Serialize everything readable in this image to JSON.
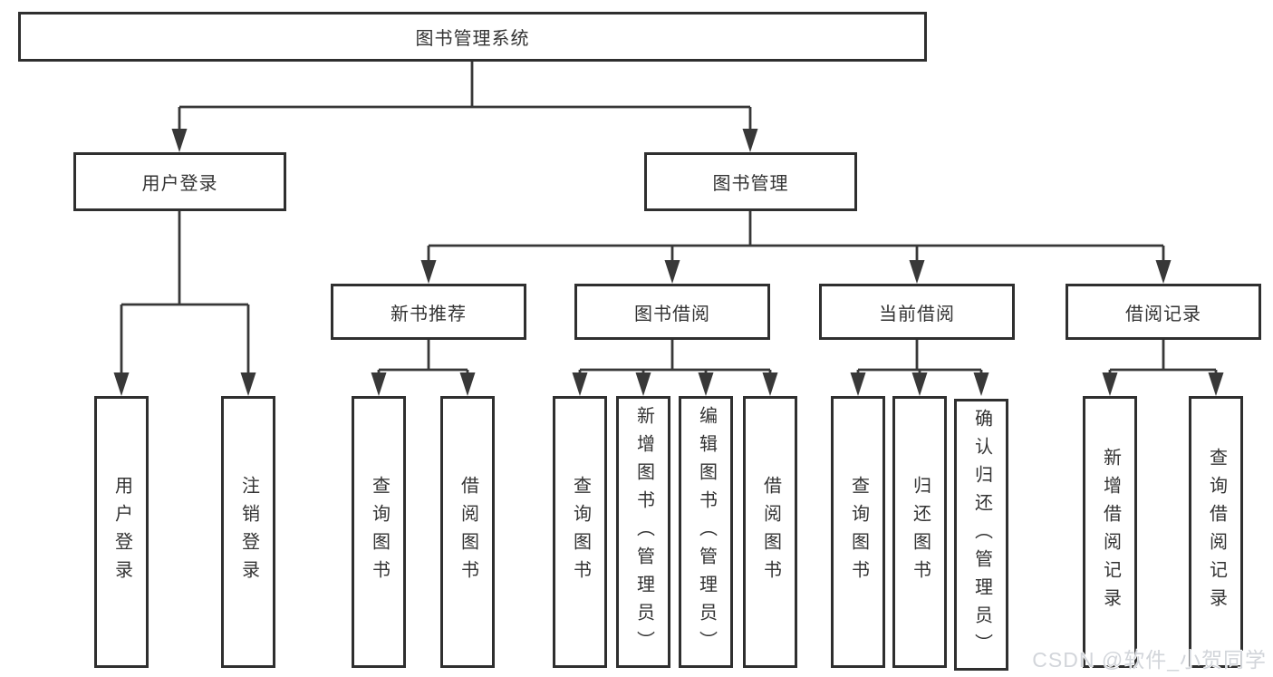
{
  "diagram": {
    "root": {
      "label": "图书管理系统"
    },
    "level2": [
      {
        "label": "用户登录"
      },
      {
        "label": "图书管理"
      }
    ],
    "level3": [
      {
        "label": "新书推荐"
      },
      {
        "label": "图书借阅"
      },
      {
        "label": "当前借阅"
      },
      {
        "label": "借阅记录"
      }
    ],
    "leaves": {
      "user_login": [
        "用户登录",
        "注销登录"
      ],
      "new_books": [
        "查询图书",
        "借阅图书"
      ],
      "book_borrow": [
        "查询图书",
        "新增图书（管理员）",
        "编辑图书（管理员）",
        "借阅图书"
      ],
      "current_borrow": [
        "查询图书",
        "归还图书",
        "确认归还（管理员）"
      ],
      "borrow_records": [
        "新增借阅记录",
        "查询借阅记录"
      ]
    }
  },
  "watermark": {
    "text": "CSDN @软件_小贺同学"
  },
  "colors": {
    "line": "#383838",
    "border": "#2f2f2f",
    "text": "#333333",
    "watermark": "#d2d5da",
    "background": "#ffffff"
  }
}
